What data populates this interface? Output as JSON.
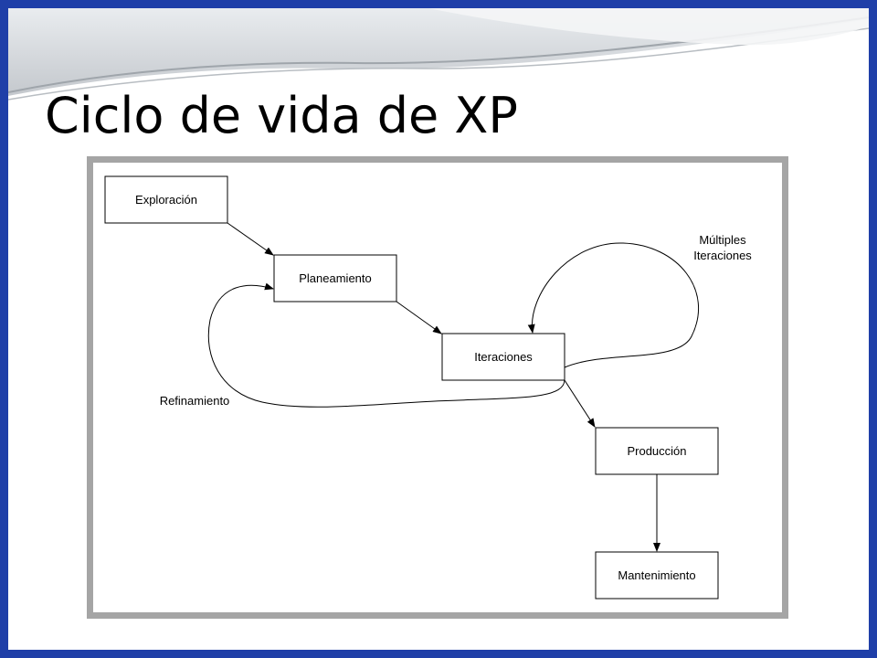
{
  "slide": {
    "title": "Ciclo de vida de XP"
  },
  "diagram": {
    "nodes": {
      "exploracion": "Exploración",
      "planeamiento": "Planeamiento",
      "iteraciones": "Iteraciones",
      "produccion": "Producción",
      "mantenimiento": "Mantenimiento"
    },
    "labels": {
      "multiples_line1": "Múltiples",
      "multiples_line2": "Iteraciones",
      "refinamiento": "Refinamiento"
    }
  },
  "colors": {
    "border": "#1f3fa8",
    "frame": "#a5a5a5"
  }
}
